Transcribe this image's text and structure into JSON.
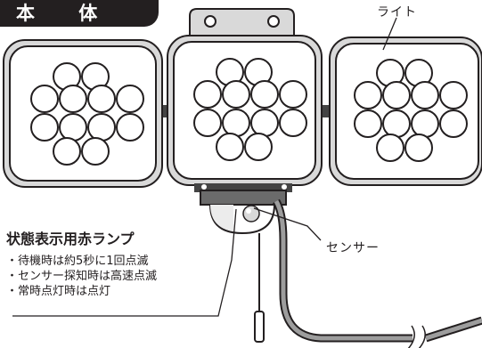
{
  "header": {
    "title": "本 体"
  },
  "labels": {
    "light": "ライト",
    "sensor": "センサー"
  },
  "status_lamp": {
    "title": "状態表示用赤ランプ",
    "items": [
      "・待機時は約5秒に1回点滅",
      "・センサー探知時は高速点滅",
      "・常時点灯時は点灯"
    ]
  },
  "colors": {
    "ink": "#231f20",
    "cable": "#9d9d9d",
    "panel_gray": "#d9d9d9",
    "lens_white": "#ffffff"
  },
  "icons": {
    "lamp_lens": "led-lens-icon",
    "sensor": "pir-sensor-icon"
  }
}
